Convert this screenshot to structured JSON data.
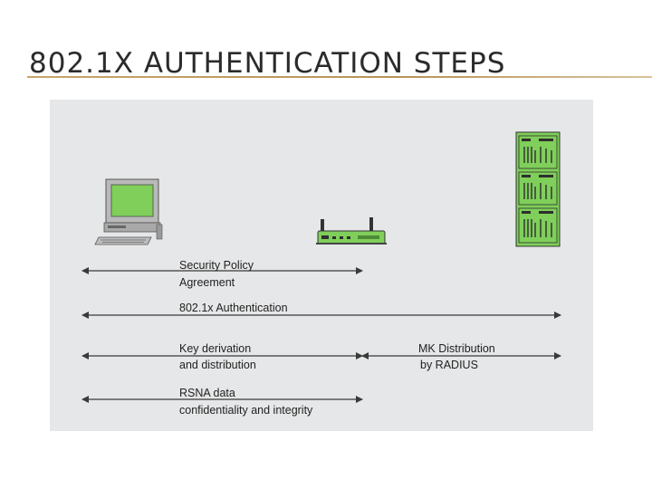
{
  "slide": {
    "title": "802.1X AUTHENTICATION STEPS"
  },
  "diagram": {
    "icons": {
      "client": "desktop-computer-icon",
      "access_point": "wireless-access-point-icon",
      "server": "server-rack-icon"
    },
    "colors": {
      "background": "#e6e7e8",
      "device_green": "#7fcf5a",
      "arrow": "#3a3a3a"
    },
    "exchanges": [
      {
        "id": "security-policy",
        "line1": "Security Policy",
        "line2": "Agreement"
      },
      {
        "id": "authentication",
        "line1": "802.1x Authentication",
        "line2": ""
      },
      {
        "id": "key-derivation",
        "line1": "Key derivation",
        "line2": "and distribution"
      },
      {
        "id": "mk-distribution",
        "line1": "MK Distribution",
        "line2": "by RADIUS"
      },
      {
        "id": "rsna-data",
        "line1": "RSNA data",
        "line2": "confidentiality and integrity"
      }
    ]
  }
}
